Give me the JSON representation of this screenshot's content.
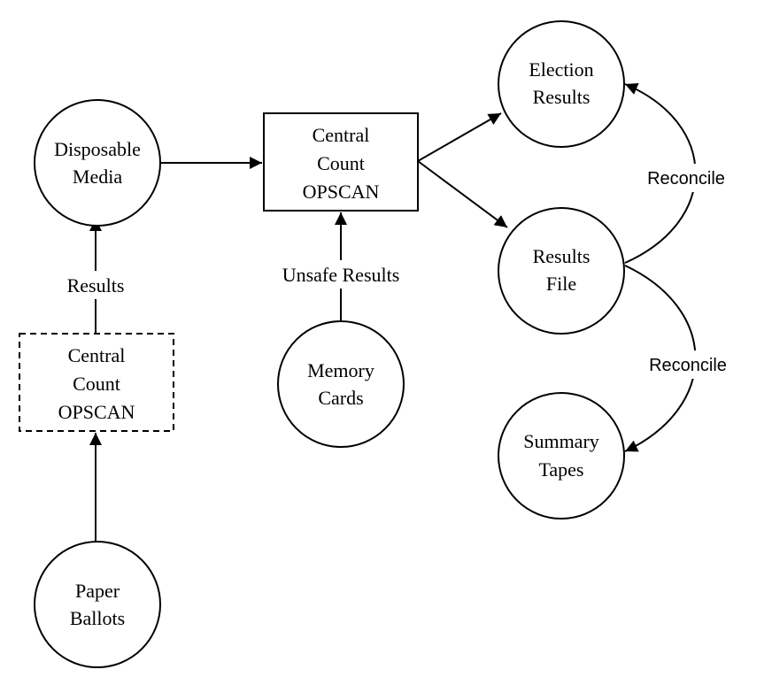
{
  "nodes": {
    "disposable_media": {
      "line1": "Disposable",
      "line2": "Media"
    },
    "central_count_main": {
      "line1": "Central",
      "line2": "Count",
      "line3": "OPSCAN"
    },
    "central_count_dashed": {
      "line1": "Central",
      "line2": "Count",
      "line3": "OPSCAN"
    },
    "election_results": {
      "line1": "Election",
      "line2": "Results"
    },
    "results_file": {
      "line1": "Results",
      "line2": "File"
    },
    "memory_cards": {
      "line1": "Memory",
      "line2": "Cards"
    },
    "summary_tapes": {
      "line1": "Summary",
      "line2": "Tapes"
    },
    "paper_ballots": {
      "line1": "Paper",
      "line2": "Ballots"
    }
  },
  "edges": {
    "results_label": "Results",
    "unsafe_results_label": "Unsafe Results",
    "reconcile_top_label": "Reconcile",
    "reconcile_bottom_label": "Reconcile"
  }
}
